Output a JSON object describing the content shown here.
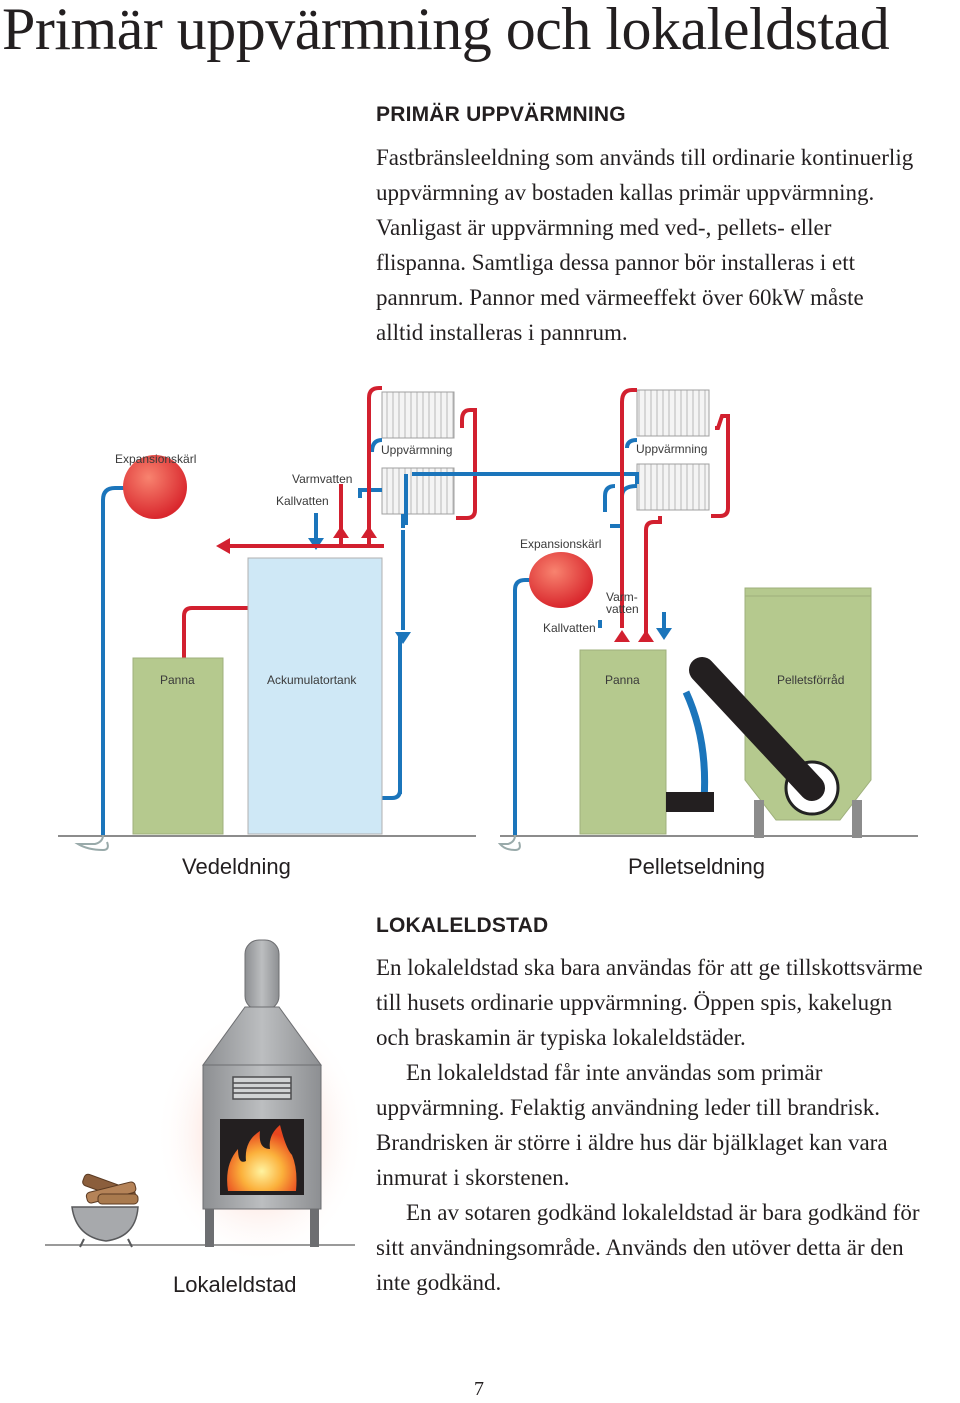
{
  "page": {
    "title": "Primär uppvärmning och lokaleldstad",
    "page_number": "7"
  },
  "primary_heating": {
    "heading": "PRIMÄR UPPVÄRMNING",
    "text": "Fastbränsleeldning som används till ordinarie kontinuerlig uppvärmning av bostaden kallas primär uppvärmning. Vanligast är uppvärmning med ved-, pellets- eller flispanna. Samtliga dessa pannor bör installeras i ett pannrum. Pannor med  värmeeffekt över 60kW måste alltid installeras i pannrum."
  },
  "wood_diagram": {
    "expansion_vessel": "Expansionskärl",
    "hot_water": "Varmvatten",
    "cold_water": "Kallvatten",
    "heating": "Uppvärmning",
    "boiler": "Panna",
    "accumulator_tank": "Ackumulatortank",
    "caption": "Vedeldning"
  },
  "pellet_diagram": {
    "expansion_vessel": "Expansionskärl",
    "hot_water_line1": "Varm-",
    "hot_water_line2": "vatten",
    "cold_water": "Kallvatten",
    "heating": "Uppvärmning",
    "boiler": "Panna",
    "pellet_storage": "Pelletsförråd",
    "caption": "Pelletseldning"
  },
  "local_stove": {
    "heading": "LOKALELDSTAD",
    "paragraph1": "En lokaleldstad ska bara användas för att ge tillskottsvärme till husets ordinarie uppvärmning. Öppen spis, kakelugn och braskamin är typiska lokaleldstäder.",
    "paragraph2": "En lokaleldstad får inte användas som primär uppvärmning. Felaktig användning leder till brandrisk. Brandrisken är större i äldre hus där bjälklaget kan vara inmurat i skorstenen.",
    "paragraph3": "En av sotaren godkänd lokaleldstad är bara godkänd för sitt användningsområde. Används den utöver detta är den inte godkänd.",
    "caption": "Lokaleldstad"
  },
  "colors": {
    "hot_pipe": "#d2202f",
    "cold_pipe": "#1b75bb",
    "boiler_fill": "#b5c98e",
    "tank_fill": "#cfe8f6",
    "vessel_fill": "#e8463a",
    "stove_fill": "#a7a9ac"
  }
}
